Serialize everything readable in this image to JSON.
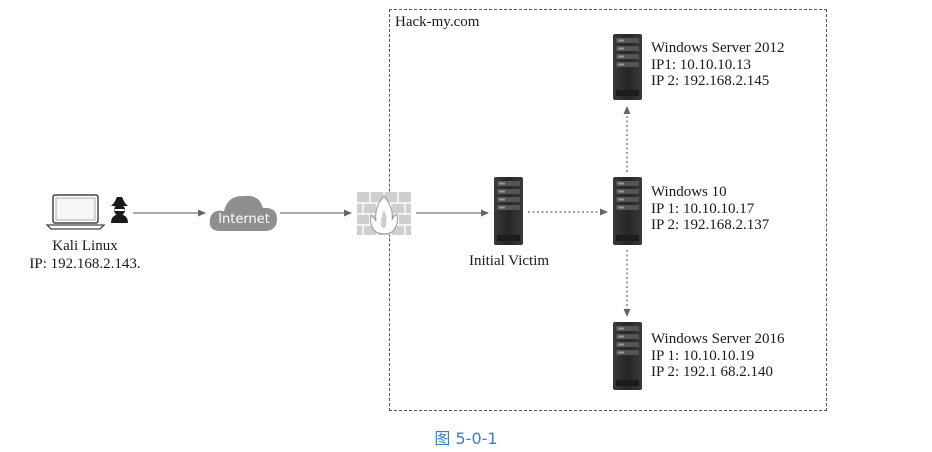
{
  "domain_label": "Hack-my.com",
  "attacker": {
    "name": "Kali Linux",
    "ip": "IP: 192.168.2.143."
  },
  "internet_label": "Internet",
  "initial_victim_label": "Initial Victim",
  "servers": {
    "ws2012": {
      "name": "Windows Server 2012",
      "ip1": "IP1: 10.10.10.13",
      "ip2": "IP 2: 192.168.2.145"
    },
    "win10": {
      "name": "Windows 10",
      "ip1": "IP 1: 10.10.10.17",
      "ip2": "IP 2: 192.168.2.137"
    },
    "ws2016": {
      "name": "Windows Server 2016",
      "ip1": "IP 1: 10.10.10.19",
      "ip2": "IP 2: 192.1 68.2.140"
    }
  },
  "caption": "图 5-0-1",
  "colors": {
    "server_dark": "#2f2f2f",
    "cloud": "#8f8f8f",
    "firewall": "#b9b9b9",
    "caption": "#3b82c4"
  }
}
